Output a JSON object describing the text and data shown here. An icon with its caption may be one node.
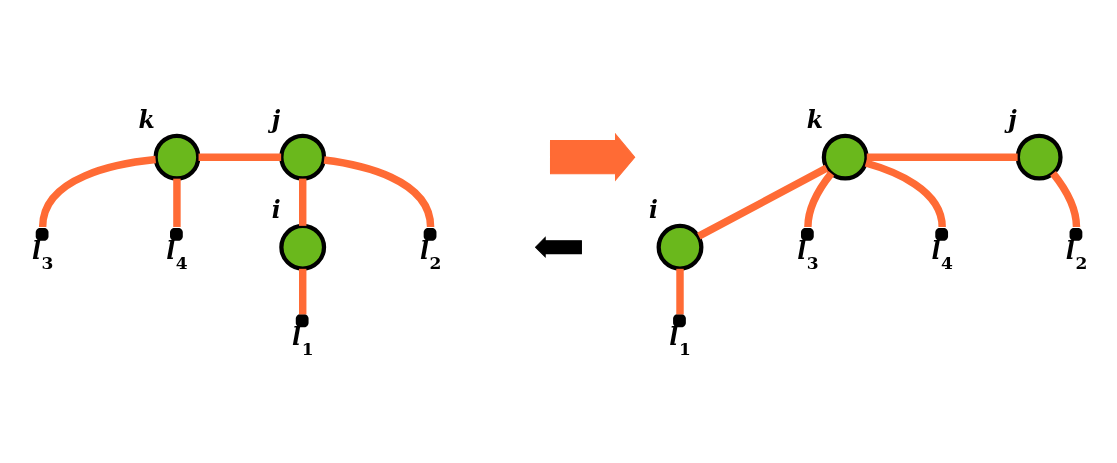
{
  "diagram": {
    "nodes": [
      {
        "text": [],
        "shape": "circle",
        "beside": [
          "k"
        ]
      },
      {
        "text": [],
        "shape": "circle",
        "beside": [
          "j"
        ]
      },
      {
        "text": [],
        "shape": "circle",
        "beside": [
          "i"
        ]
      },
      {
        "text": [],
        "shape": "dot",
        "beside": [
          "l$_{3}$"
        ]
      },
      {
        "text": [],
        "shape": "dot",
        "beside": [
          "l$_{4}$"
        ]
      },
      {
        "text": [],
        "shape": "dot",
        "beside": [
          "l$_{2}$"
        ]
      },
      {
        "text": [],
        "shape": "dot",
        "beside": [
          "l$_{1}$"
        ]
      },
      {
        "text": [],
        "shape": "curved-arrow"
      },
      {
        "text": [],
        "shape": "arrow"
      },
      {
        "text": [],
        "shape": "circle",
        "beside": [
          "k"
        ]
      },
      {
        "text": [],
        "shape": "circle",
        "beside": [
          "j"
        ]
      },
      {
        "text": [],
        "shape": "circle",
        "beside": [
          "i"
        ]
      },
      {
        "text": [],
        "shape": "dot",
        "beside": [
          "l$_{3}$"
        ]
      },
      {
        "text": [],
        "shape": "dot",
        "beside": [
          "l$_{4}$"
        ]
      },
      {
        "text": [],
        "shape": "dot",
        "beside": [
          "l$_{2}$"
        ]
      },
      {
        "text": [],
        "shape": "dot",
        "beside": [
          "l$_{1}$"
        ]
      }
    ],
    "edges": [
      {
        "from": 0,
        "to": 1,
        "arrow": "none"
      },
      {
        "from": 1,
        "to": 2,
        "arrow": "none"
      },
      {
        "from": 0,
        "to": 3,
        "arrow": "none"
      },
      {
        "from": 0,
        "to": 4,
        "arrow": "none"
      },
      {
        "from": 1,
        "to": 5,
        "arrow": "none"
      },
      {
        "from": 2,
        "to": 6,
        "arrow": "none"
      },
      {
        "from": 9,
        "to": 10,
        "arrow": "none"
      },
      {
        "from": 9,
        "to": 11,
        "arrow": "none"
      },
      {
        "from": 9,
        "to": 12,
        "arrow": "none"
      },
      {
        "from": 9,
        "to": 13,
        "arrow": "none"
      },
      {
        "from": 10,
        "to": 14,
        "arrow": "none"
      },
      {
        "from": 11,
        "to": 15,
        "arrow": "none"
      }
    ]
  }
}
